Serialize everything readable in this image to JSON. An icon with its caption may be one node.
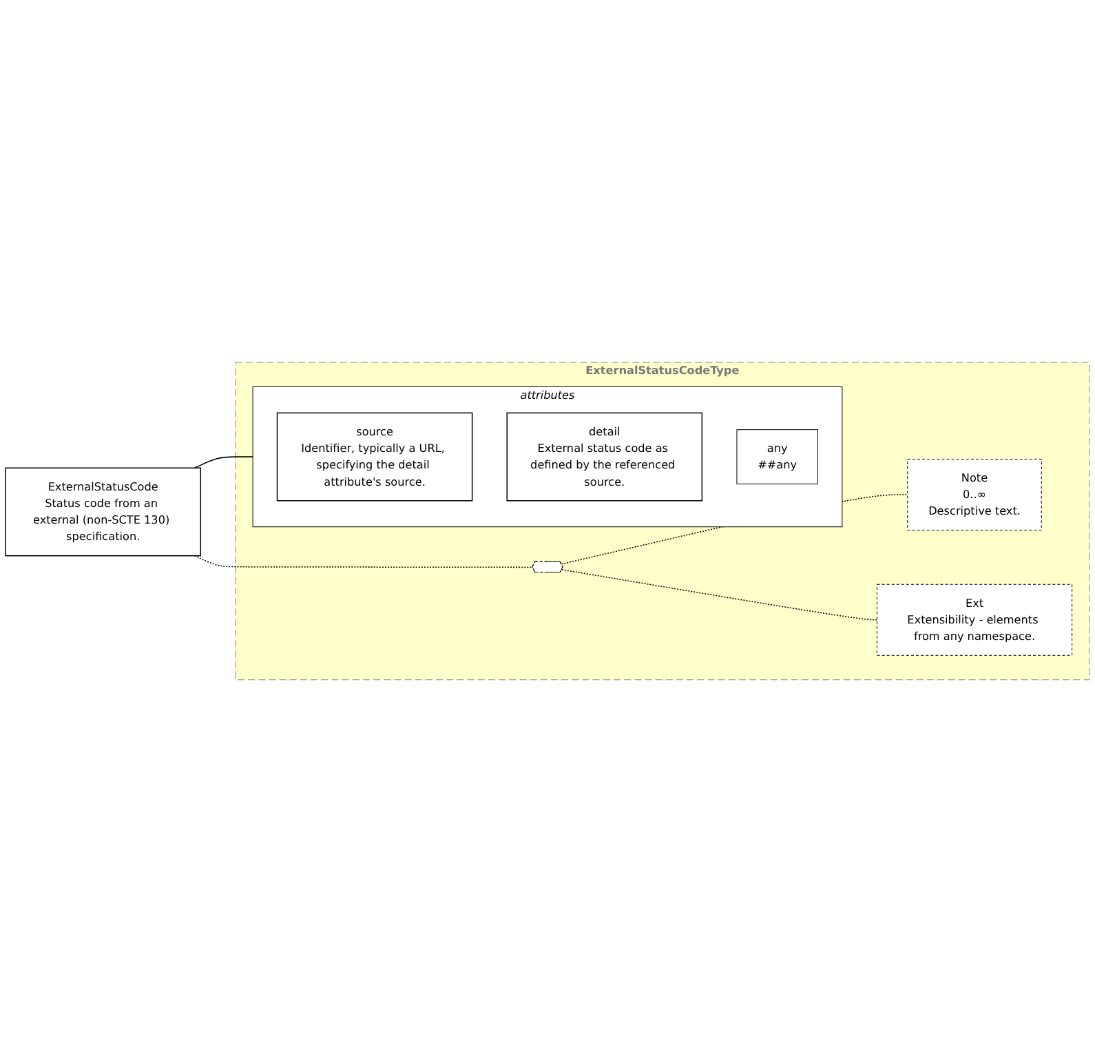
{
  "diagram": {
    "nodes": [
      {
        "text": [
          "ExternalStatusCode",
          "Status code from an external (non-SCTE 130) specification."
        ]
      },
      {
        "text": [
          "ExternalStatusCodeType"
        ]
      },
      {
        "text": [
          "attributes"
        ],
        "in": 1
      },
      {
        "text": [
          "source",
          "Identifier, typically a URL, specifying the detail attribute's source."
        ],
        "in": 2
      },
      {
        "text": [
          "detail",
          "External status code as defined by the referenced source."
        ],
        "in": 2
      },
      {
        "text": [
          "any",
          "##any"
        ],
        "in": 2
      },
      {
        "text": [],
        "shape": "octagon",
        "in": 1
      },
      {
        "text": [
          "Note",
          "0..∞",
          "Descriptive text."
        ],
        "in": 1
      },
      {
        "text": [
          "Ext",
          "Extensibility - elements from any namespace."
        ],
        "in": 1
      }
    ],
    "edges": [
      {
        "from": 0,
        "to": 2,
        "arrow": "none"
      },
      {
        "from": 0,
        "to": 6,
        "arrow": "none",
        "style": "dashed"
      },
      {
        "from": 6,
        "to": 7,
        "arrow": "none",
        "style": "dashed"
      },
      {
        "from": 6,
        "to": 8,
        "arrow": "none",
        "style": "dashed"
      }
    ]
  }
}
